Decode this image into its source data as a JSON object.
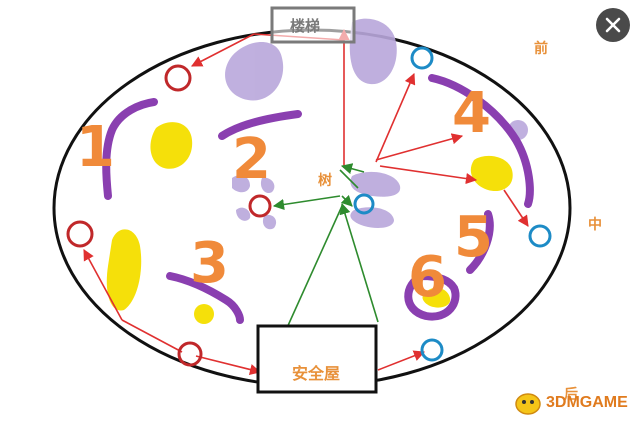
{
  "map": {
    "stairs_label": "楼梯",
    "tree_label": "树",
    "safehouse_label": "安全屋",
    "direction_labels": {
      "front": "前",
      "middle": "中",
      "back": "后"
    },
    "zone_numbers": [
      "1",
      "2",
      "3",
      "4",
      "5",
      "6"
    ]
  },
  "watermark": {
    "text": "3DMGAME"
  },
  "colors": {
    "orange_number": "#f08a3a",
    "purple_stroke": "#8a3fb0",
    "lilac_blob": "#b9a7db",
    "yellow_blob": "#f5e00a",
    "red_circle": "#c0282a",
    "blue_circle": "#1d8bc6",
    "red_arrow": "#e03030",
    "green_arrow": "#2e8b2e"
  },
  "ui": {
    "close_icon": "close-icon"
  }
}
